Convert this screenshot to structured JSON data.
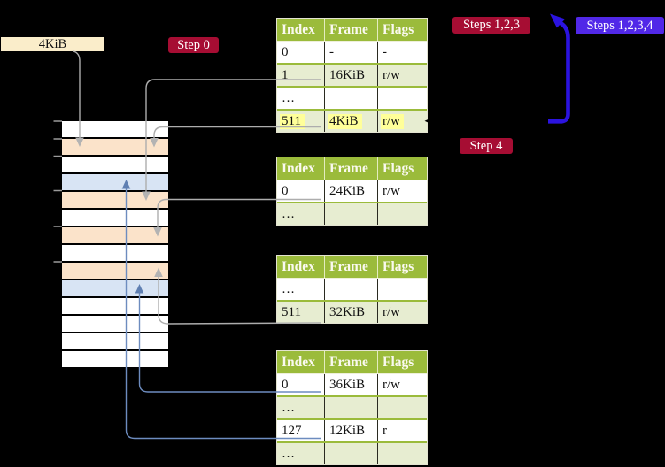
{
  "labels": {
    "frame_box": "4KiB",
    "step0": "Step 0",
    "steps_123": "Steps 1,2,3",
    "steps_1234": "Steps 1,2,3,4",
    "step4": "Step 4"
  },
  "colors": {
    "background": "#000000",
    "crimson_badge": "#a60d33",
    "violet_badge": "#5128e8",
    "thick_arrow_blue": "#2b13df",
    "table_header_olive": "#9bbb3b",
    "table_row_green": "#e7edd1",
    "yellow_highlight": "#ffff99",
    "memory_peach": "#fbe3ca",
    "memory_light_blue": "#d8e4f4",
    "frame_box_cream": "#faedca",
    "gray_connector": "#adadad",
    "blue_connector": "#6d8cbf"
  },
  "page_tables": {
    "pt1": {
      "headers": [
        "Index",
        "Frame",
        "Flags"
      ],
      "rows": [
        [
          "0",
          "-",
          "-"
        ],
        [
          "1",
          "16KiB",
          "r/w"
        ],
        [
          "…",
          "",
          ""
        ],
        [
          "511",
          "4KiB",
          "r/w"
        ]
      ],
      "highlighted_row_index": "511"
    },
    "pt2": {
      "headers": [
        "Index",
        "Frame",
        "Flags"
      ],
      "rows": [
        [
          "0",
          "24KiB",
          "r/w"
        ],
        [
          "…",
          "",
          ""
        ]
      ]
    },
    "pt3": {
      "headers": [
        "Index",
        "Frame",
        "Flags"
      ],
      "rows": [
        [
          "…",
          "",
          ""
        ],
        [
          "511",
          "32KiB",
          "r/w"
        ]
      ]
    },
    "pt4": {
      "headers": [
        "Index",
        "Frame",
        "Flags"
      ],
      "rows": [
        [
          "0",
          "36KiB",
          "r/w"
        ],
        [
          "…",
          "",
          ""
        ],
        [
          "127",
          "12KiB",
          "r"
        ],
        [
          "…",
          "",
          ""
        ]
      ]
    }
  },
  "memory_stack": {
    "rows": [
      {
        "fill": "white"
      },
      {
        "fill": "peach"
      },
      {
        "fill": "white"
      },
      {
        "fill": "blue"
      },
      {
        "fill": "peach"
      },
      {
        "fill": "white"
      },
      {
        "fill": "peach"
      },
      {
        "fill": "white"
      },
      {
        "fill": "peach"
      },
      {
        "fill": "blue"
      },
      {
        "fill": "white"
      },
      {
        "fill": "white"
      },
      {
        "fill": "white"
      },
      {
        "fill": "white"
      }
    ]
  }
}
